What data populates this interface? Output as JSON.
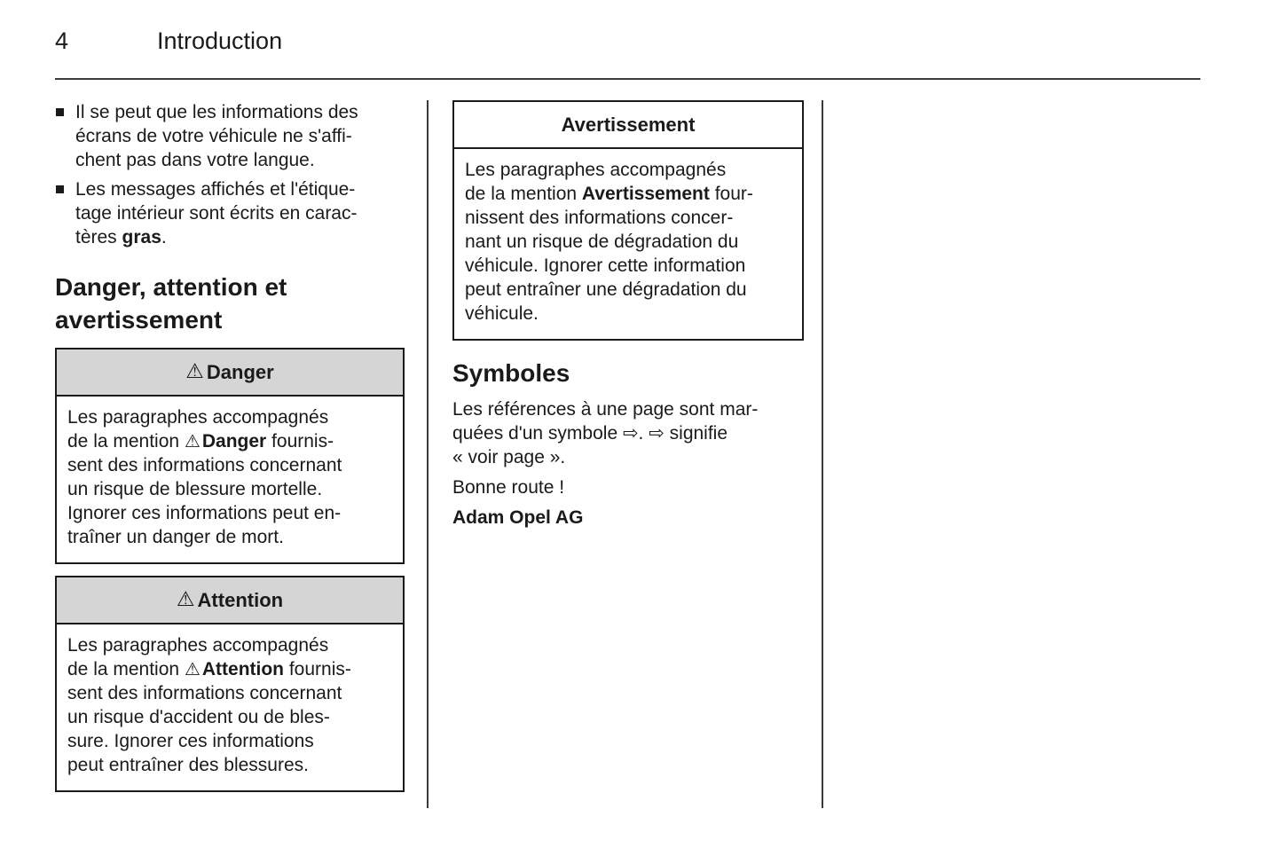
{
  "page": {
    "number": "4",
    "title": "Introduction"
  },
  "icons": {
    "warning_triangle": "⚠",
    "see_page_arrow": "⇨"
  },
  "colors": {
    "box_header_bg": "#d5d5d5",
    "text": "#1a1a1a",
    "rule": "#3c3c3c"
  },
  "left": {
    "bullets": [
      {
        "pre": "Il se peut que les informations des\nécrans de votre véhicule ne s'affi-\nchent pas dans votre langue."
      },
      {
        "pre": "Les messages affichés et l'étique-\ntage intérieur sont écrits en carac-\ntères ",
        "bold": "gras",
        "post": "."
      }
    ],
    "section_heading": "Danger, attention et\navertissement",
    "danger_box": {
      "header": "Danger",
      "body_pre": "Les paragraphes accompagnés\nde la mention ",
      "body_bold": "Danger",
      "body_post": " fournis-\nsent des informations concernant\nun risque de blessure mortelle.\nIgnorer ces informations peut en-\ntraîner un danger de mort."
    },
    "attention_box": {
      "header": "Attention",
      "body_pre": "Les paragraphes accompagnés\nde la mention ",
      "body_bold": "Attention",
      "body_post": " fournis-\nsent des informations concernant\nun risque d'accident ou de bles-\nsure. Ignorer ces informations\npeut entraîner des blessures."
    }
  },
  "middle": {
    "warning_box": {
      "header": "Avertissement",
      "body_pre": "Les paragraphes accompagnés\nde la mention ",
      "body_bold": "Avertissement",
      "body_post": " four-\nnissent des informations concer-\nnant un risque de dégradation du\nvéhicule. Ignorer cette information\npeut entraîner une dégradation du\nvéhicule."
    },
    "symbols_heading": "Symboles",
    "symbols_paragraph": "Les références à une page sont mar-\nquées d'un symbole ⇨. ⇨ signifie\n« voir page ».",
    "good_trip": "Bonne route !",
    "signature": "Adam Opel AG"
  }
}
